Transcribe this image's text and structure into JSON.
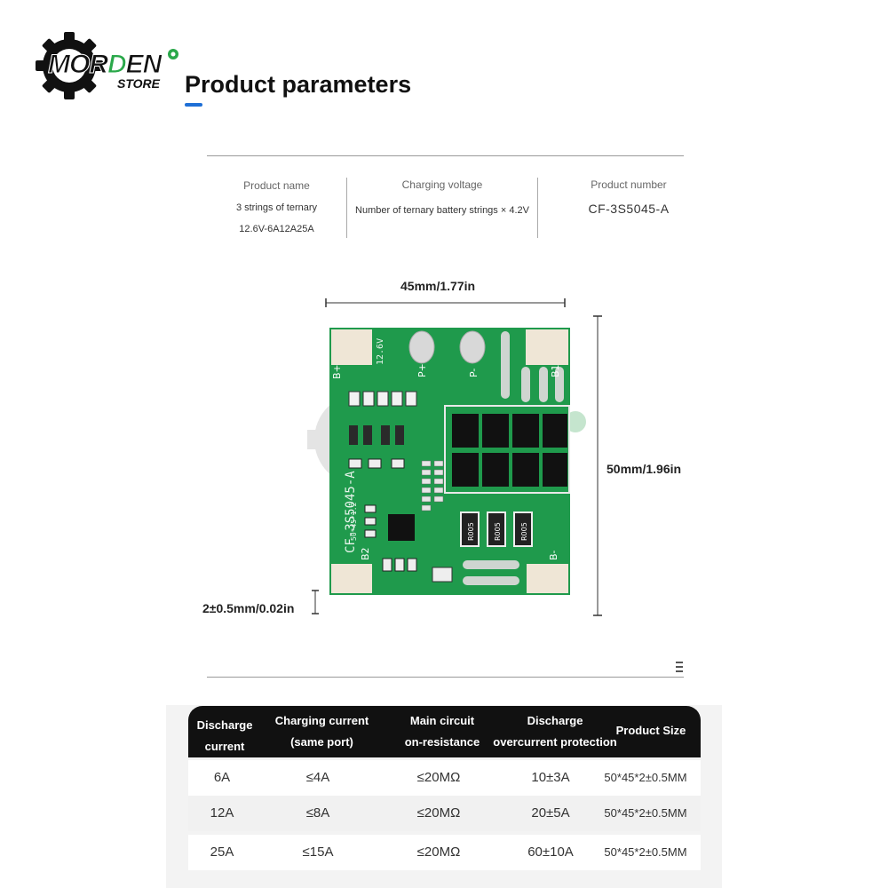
{
  "logo": {
    "main_black": "MOR",
    "main_green": "D",
    "main_rest": "EN",
    "sub": "STORE"
  },
  "page_title": "Product parameters",
  "params": {
    "product_name_label": "Product name",
    "product_name_line1": "3 strings of ternary",
    "product_name_line2": "12.6V-6A12A25A",
    "charging_voltage_label": "Charging voltage",
    "charging_voltage_value": "Number of ternary battery strings × 4.2V",
    "product_number_label": "Product number",
    "product_number_value": "CF-3S5045-A"
  },
  "dimensions": {
    "width": "45mm/1.77in",
    "height": "50mm/1.96in",
    "thickness": "2±0.5mm/0.02in"
  },
  "board": {
    "silk_model": "CF-3S5045-A",
    "silk_voltage": "12.6V",
    "silk_size": "50*45*1.2",
    "pad_p_plus": "P+",
    "pad_p_minus": "P-",
    "pad_b1": "B1",
    "pad_b2": "B2",
    "pad_b_minus": "B-",
    "pad_b_plus": "B+",
    "resistor_label": "R005"
  },
  "colors": {
    "pcb_green": "#1f9a4c",
    "pad_tan": "#efe6d6",
    "header_black": "#111111",
    "title_underline": "#1e6fd6",
    "logo_green": "#2aa84a"
  },
  "table": {
    "headers": [
      [
        "Discharge",
        "current"
      ],
      [
        "Charging current",
        "(same port)"
      ],
      [
        "Main circuit",
        "on-resistance"
      ],
      [
        "Discharge",
        "overcurrent protection"
      ],
      [
        "Product Size"
      ]
    ],
    "rows": [
      [
        "6A",
        "≤4A",
        "≤20MΩ",
        "10±3A",
        "50*45*2±0.5MM"
      ],
      [
        "12A",
        "≤8A",
        "≤20MΩ",
        "20±5A",
        "50*45*2±0.5MM"
      ],
      [
        "25A",
        "≤15A",
        "≤20MΩ",
        "60±10A",
        "50*45*2±0.5MM"
      ]
    ]
  }
}
